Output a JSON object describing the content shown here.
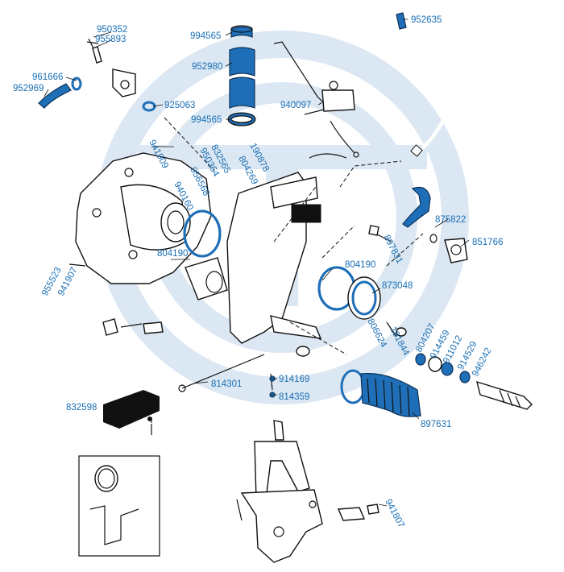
{
  "labels": {
    "p950352": "950352",
    "p955893": "955893",
    "p961666": "961666",
    "p952969": "952969",
    "p925063": "925063",
    "p994565a": "994565",
    "p952980": "952980",
    "p994565b": "994565",
    "p952635": "952635",
    "p940097": "940097",
    "p941909": "941909",
    "p950364": "950364",
    "p832565": "832565",
    "p956568": "956568",
    "p190878": "190878",
    "p804269": "804269",
    "p940160": "940160",
    "p804190a": "804190",
    "p875822": "875822",
    "p851766": "851766",
    "p897831": "897831",
    "p955523": "955523",
    "p941907": "941907",
    "p804190b": "804190",
    "p873048": "873048",
    "p806624": "806624",
    "p191844": "191844",
    "p804207": "804207",
    "p914459": "914459",
    "p911012": "911012",
    "p914529": "914529",
    "p946242": "946242",
    "p914169": "914169",
    "p814359": "814359",
    "p814301": "814301",
    "p832598": "832598",
    "p897631": "897631",
    "p941807": "941807"
  },
  "colors": {
    "label": "#1a6fb5",
    "highlight": "#1f6fb8",
    "watermark": "#dbe7f2"
  }
}
